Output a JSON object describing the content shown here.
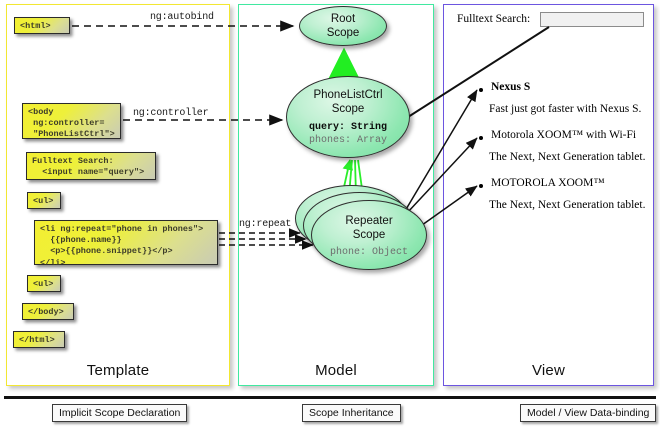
{
  "columns": [
    {
      "key": "template",
      "label": "Template",
      "accent": "#f2e732"
    },
    {
      "key": "model",
      "label": "Model",
      "accent": "#41e8a0"
    },
    {
      "key": "view",
      "label": "View",
      "accent": "#6c55e0"
    }
  ],
  "template": {
    "boxes": [
      {
        "name": "html-open",
        "text": "<html>"
      },
      {
        "name": "body-open",
        "text": "<body\n ng:controller=\n \"PhoneListCtrl\">"
      },
      {
        "name": "fulltext-search",
        "text": "Fulltext Search:\n  <input name=\"query\">"
      },
      {
        "name": "ul-open",
        "text": "<ul>"
      },
      {
        "name": "li-repeat",
        "text": "<li ng:repeat=\"phone in phones\">\n  {{phone.name}}\n  <p>{{phone.snippet}}</p>\n</li>"
      },
      {
        "name": "ul-close",
        "text": "<ul>"
      },
      {
        "name": "body-close",
        "text": "</body>"
      },
      {
        "name": "html-close",
        "text": "</html>"
      }
    ]
  },
  "connector_labels": [
    {
      "name": "ng-autobind",
      "text": "ng:autobind"
    },
    {
      "name": "ng-controller",
      "text": "ng:controller"
    },
    {
      "name": "ng-repeat",
      "text": "ng:repeat"
    }
  ],
  "model": {
    "scopes": [
      {
        "name": "root-scope",
        "title": "Root\nScope",
        "props": []
      },
      {
        "name": "phonelistctrl-scope",
        "title": "PhoneListCtrl\nScope",
        "props": [
          {
            "text": "query: String",
            "style": "strong"
          },
          {
            "text": "phones: Array",
            "style": "dim"
          }
        ]
      },
      {
        "name": "repeater-scope",
        "title": "Repeater\nScope",
        "props": [
          {
            "text": "phone: Object",
            "style": "dim"
          }
        ]
      }
    ]
  },
  "view": {
    "search_label": "Fulltext Search:",
    "search_value": "",
    "search_placeholder": "",
    "items": [
      {
        "name": "Nexus S",
        "snippet": "Fast just got faster with Nexus S."
      },
      {
        "name": "Motorola XOOM™  with Wi-Fi",
        "snippet": "The Next, Next Generation tablet."
      },
      {
        "name": "MOTOROLA XOOM™",
        "snippet": "The Next, Next Generation tablet."
      }
    ]
  },
  "legend": [
    {
      "name": "implicit-scope-declaration",
      "label": "Implicit Scope Declaration",
      "arrow": "dashed-black"
    },
    {
      "name": "scope-inheritance",
      "label": "Scope Inheritance",
      "arrow": "solid-green"
    },
    {
      "name": "model-view-data-binding",
      "label": "Model / View Data-binding",
      "arrow": "double-black"
    }
  ],
  "colors": {
    "template_border": "#f2e732",
    "model_border": "#41e8a0",
    "view_border": "#6c55e0",
    "scope_green": "#8ee7b1",
    "inheritance_green": "#22ee22",
    "code_yellow": "#f0ef32"
  }
}
